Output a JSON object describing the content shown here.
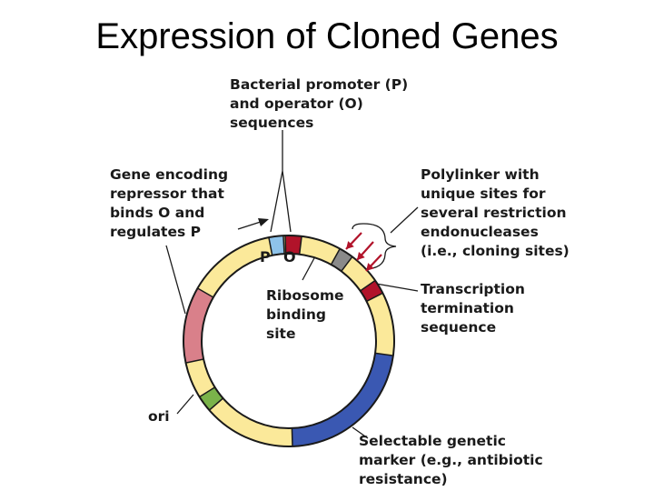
{
  "slide": {
    "title": "Expression of Cloned Genes"
  },
  "labels": {
    "promoter_operator": [
      "Bacterial promoter (P)",
      "and operator (O)",
      "sequences"
    ],
    "repressor_gene": [
      "Gene encoding",
      "repressor that",
      "binds O and",
      "regulates P"
    ],
    "polylinker": [
      "Polylinker with",
      "unique sites for",
      "several restriction",
      "endonucleases",
      "(i.e., cloning sites)"
    ],
    "ribosome_binding": [
      "Ribosome",
      "binding",
      "site"
    ],
    "transcription_termination": [
      "Transcription",
      "termination",
      "sequence"
    ],
    "ori": [
      "ori"
    ],
    "selectable_marker": [
      "Selectable genetic",
      "marker (e.g., antibiotic",
      "resistance)"
    ],
    "segment_p": "P",
    "segment_o": "O"
  },
  "colors": {
    "backbone": "#fbe99a",
    "outline": "#1a1a1a",
    "promoter": "#8ec3ea",
    "operator": "#b1132a",
    "polylinker_site": "#8a8a8a",
    "terminator": "#b1132a",
    "repressor_gene": "#d9808a",
    "ori": "#7ab34a",
    "selectable_marker": "#3a58b2",
    "arrows": "#b1132a"
  }
}
